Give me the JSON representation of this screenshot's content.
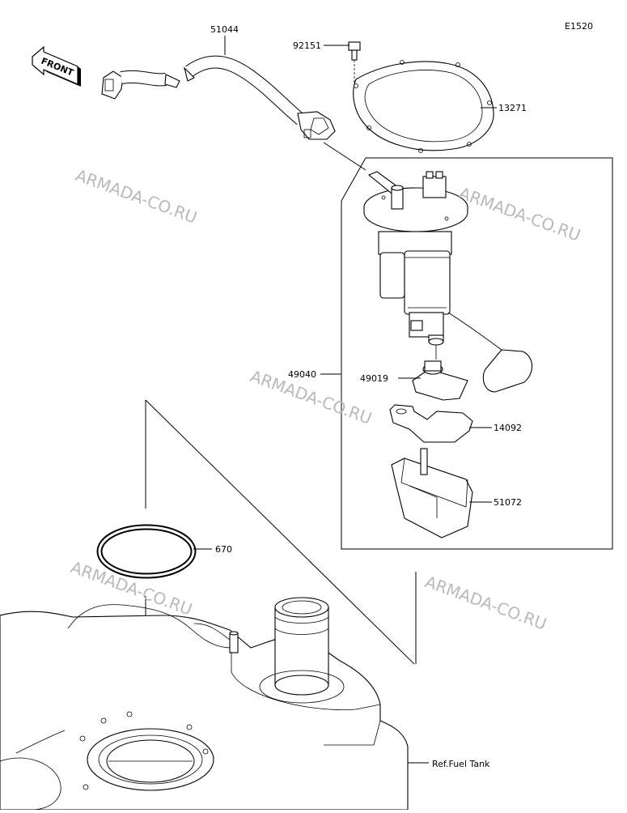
{
  "diagram": {
    "code": "E1520",
    "front_label": "FRONT",
    "ref_text": "Ref.Fuel Tank",
    "watermark": "ARMADA-CO.RU",
    "parts": [
      {
        "number": "51044"
      },
      {
        "number": "92151"
      },
      {
        "number": "13271"
      },
      {
        "number": "49040"
      },
      {
        "number": "49019"
      },
      {
        "number": "14092"
      },
      {
        "number": "51072"
      },
      {
        "number": "670"
      }
    ],
    "colors": {
      "line": "#000000",
      "watermark": "#b9b9b9",
      "background": "#ffffff"
    }
  }
}
